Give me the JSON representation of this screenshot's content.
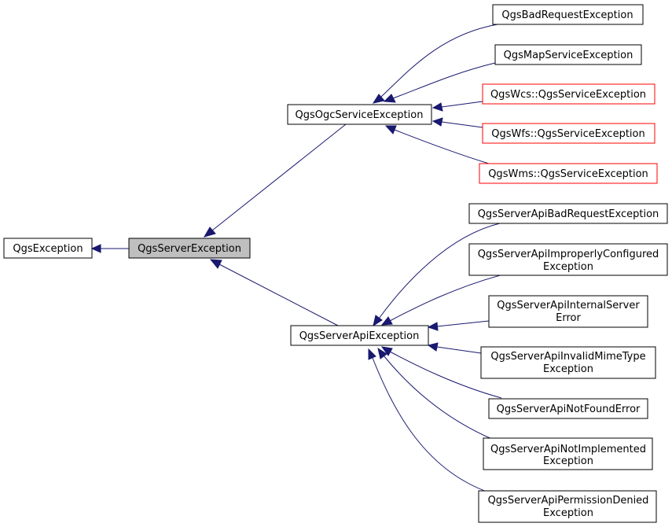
{
  "nodes": {
    "exception": [
      "QgsException"
    ],
    "server_exception": [
      "QgsServerException"
    ],
    "ogc_service_exception": [
      "QgsOgcServiceException"
    ],
    "bad_request": [
      "QgsBadRequestException"
    ],
    "map_service": [
      "QgsMapServiceException"
    ],
    "wcs_service": [
      "QgsWcs::QgsServiceException"
    ],
    "wfs_service": [
      "QgsWfs::QgsServiceException"
    ],
    "wms_service": [
      "QgsWms::QgsServiceException"
    ],
    "server_api_exception": [
      "QgsServerApiException"
    ],
    "api_bad_request": [
      "QgsServerApiBadRequestException"
    ],
    "api_improperly_configured": [
      "QgsServerApiImproperlyConfigured",
      "Exception"
    ],
    "api_internal_server_error": [
      "QgsServerApiInternalServer",
      "Error"
    ],
    "api_invalid_mime_type": [
      "QgsServerApiInvalidMimeType",
      "Exception"
    ],
    "api_not_found": [
      "QgsServerApiNotFoundError"
    ],
    "api_not_implemented": [
      "QgsServerApiNotImplemented",
      "Exception"
    ],
    "api_permission_denied": [
      "QgsServerApiPermissionDenied",
      "Exception"
    ]
  },
  "colors": {
    "edge": "#191970",
    "current_fill": "#bfbfbf",
    "external_border": "#ff0000"
  }
}
